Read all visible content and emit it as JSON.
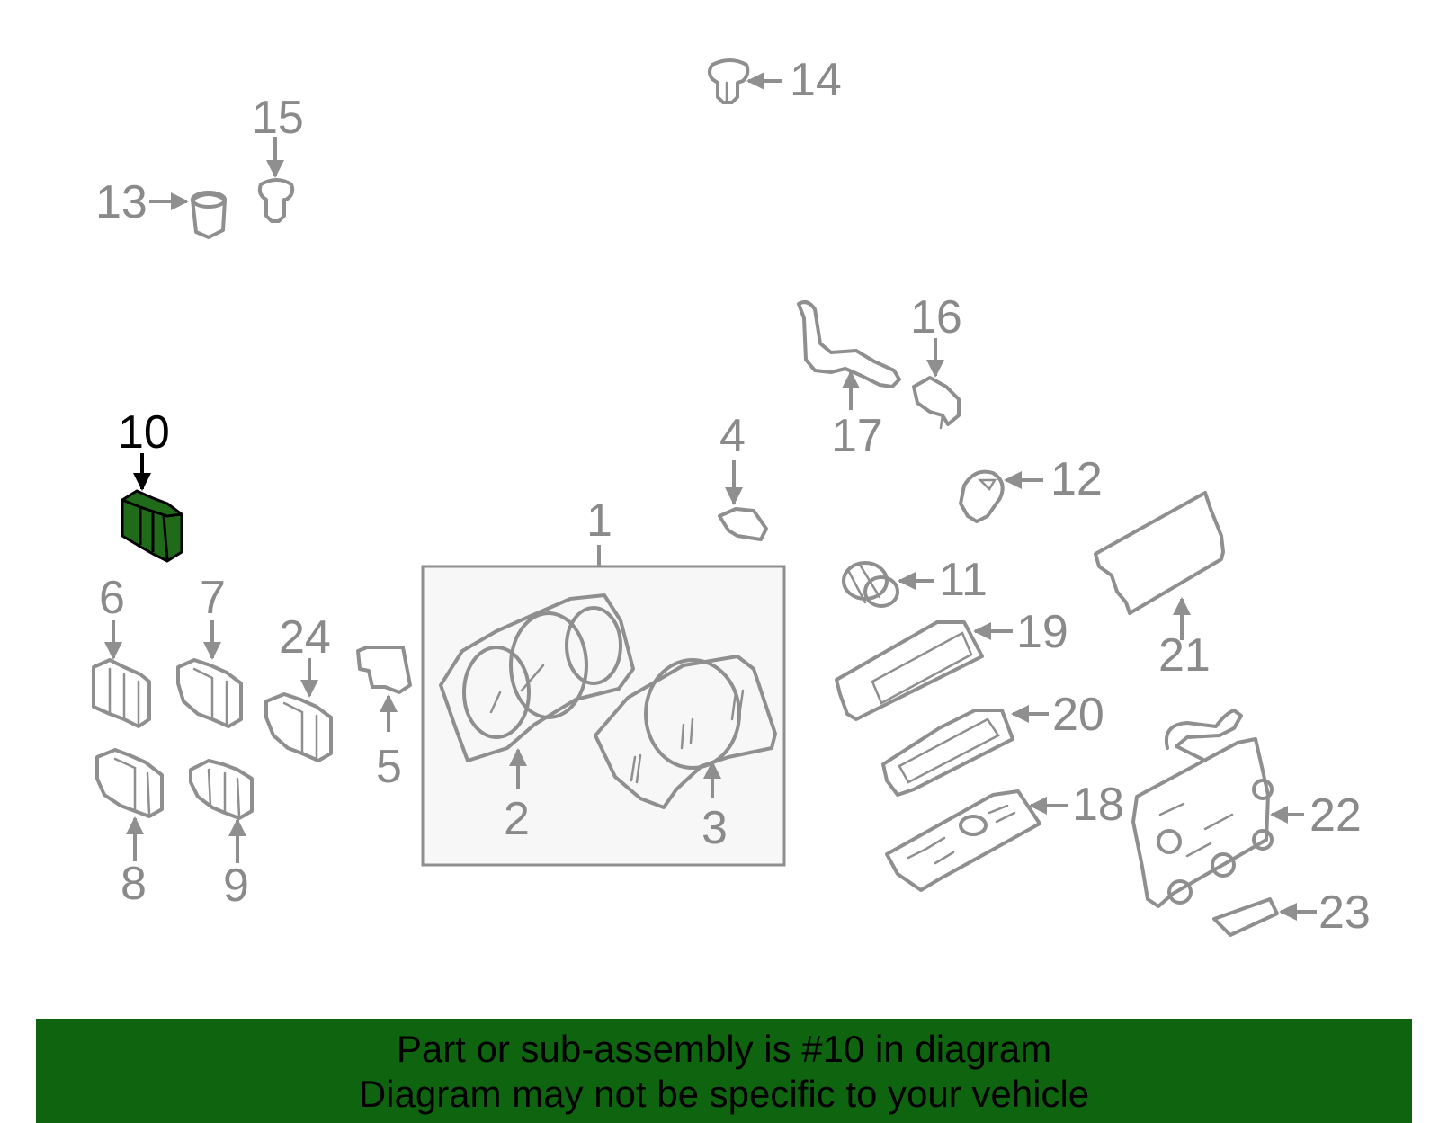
{
  "callouts": {
    "c1": "1",
    "c2": "2",
    "c3": "3",
    "c4": "4",
    "c5": "5",
    "c6": "6",
    "c7": "7",
    "c8": "8",
    "c9": "9",
    "c10": "10",
    "c11": "11",
    "c12": "12",
    "c13": "13",
    "c14": "14",
    "c15": "15",
    "c16": "16",
    "c17": "17",
    "c18": "18",
    "c19": "19",
    "c20": "20",
    "c21": "21",
    "c22": "22",
    "c23": "23",
    "c24": "24"
  },
  "highlighted_part": "10",
  "colors": {
    "highlight_fill": "#1f6b1a",
    "line": "#8f8f8f",
    "banner": "#0f640f",
    "cluster_box_fill": "#f7f7f7"
  },
  "banner": {
    "line1": "Part or sub-assembly is #10 in diagram",
    "line2": "Diagram may not be specific to your vehicle"
  }
}
